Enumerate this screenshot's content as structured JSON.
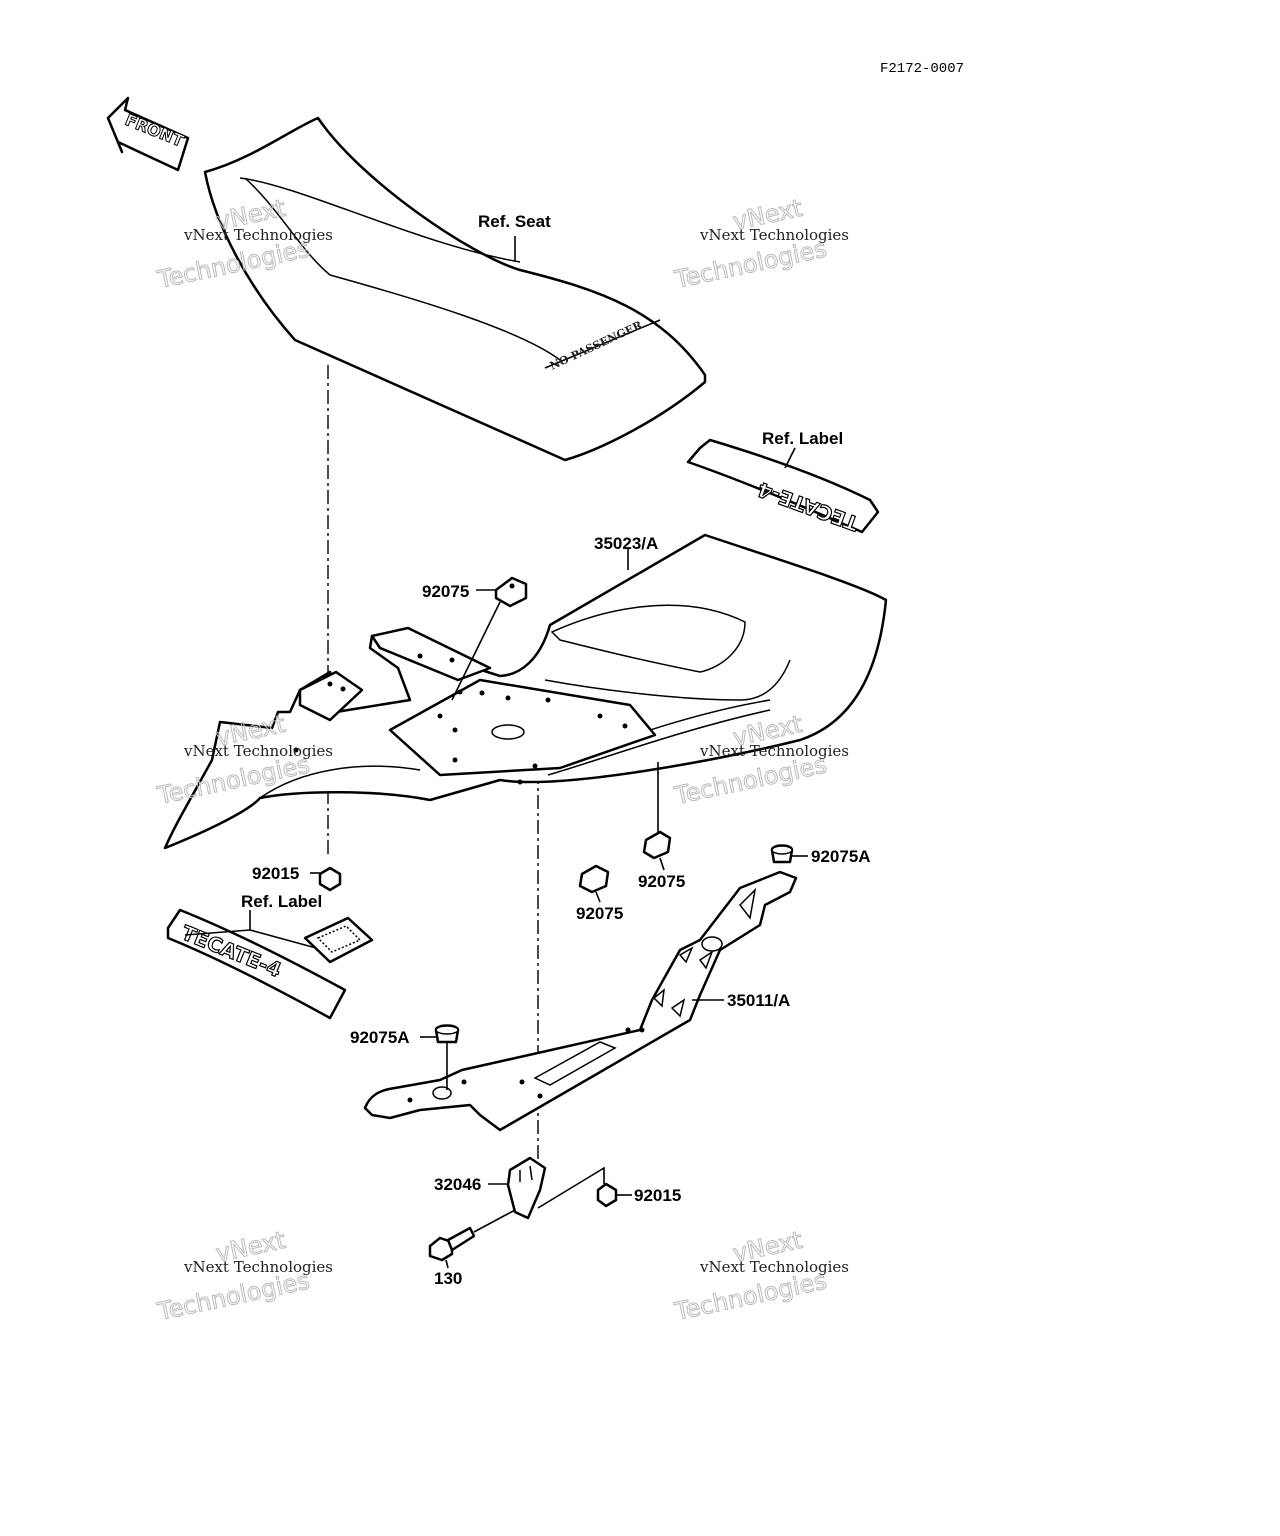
{
  "diagram_code": "F2172-0007",
  "front_arrow": "FRONT",
  "seat_embossing": "NO PASSENGER",
  "decal_text": "TECATE-4",
  "labels": {
    "ref_seat": "Ref. Seat",
    "ref_label_top": "Ref. Label",
    "ref_label_bottom": "Ref. Label",
    "p35023a": "35023/A",
    "p92075_top": "92075",
    "p92015_left": "92015",
    "p92075_right": "92075",
    "p92075_mid": "92075",
    "p92075a_right": "92075A",
    "p35011a": "35011/A",
    "p92075a_left": "92075A",
    "p32046": "32046",
    "p92015_bottom": "92015",
    "p130": "130"
  },
  "watermark": {
    "line1": "vNext Technologies",
    "line2a": "vNext",
    "line2b": "Technologies"
  }
}
